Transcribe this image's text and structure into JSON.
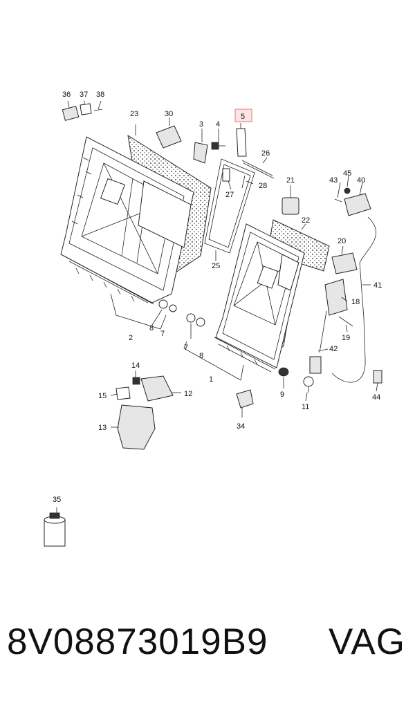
{
  "diagram": {
    "highlight_color": "#f4a3a3",
    "callouts": {
      "c1": "1",
      "c2": "2",
      "c3": "3",
      "c4": "4",
      "c5": "5",
      "c7a": "7",
      "c7b": "7",
      "c8a": "8",
      "c8b": "8",
      "c9": "9",
      "c11": "11",
      "c12": "12",
      "c13": "13",
      "c14": "14",
      "c15": "15",
      "c18": "18",
      "c19": "19",
      "c20": "20",
      "c21": "21",
      "c22": "22",
      "c23": "23",
      "c25": "25",
      "c26": "26",
      "c27": "27",
      "c28": "28",
      "c30": "30",
      "c34": "34",
      "c35": "35",
      "c36": "36",
      "c37": "37",
      "c38": "38",
      "c40": "40",
      "c41": "41",
      "c42": "42",
      "c43": "43",
      "c44": "44",
      "c45": "45"
    }
  },
  "caption": {
    "part_number": "8V08873019B9",
    "brand": "VAG"
  }
}
